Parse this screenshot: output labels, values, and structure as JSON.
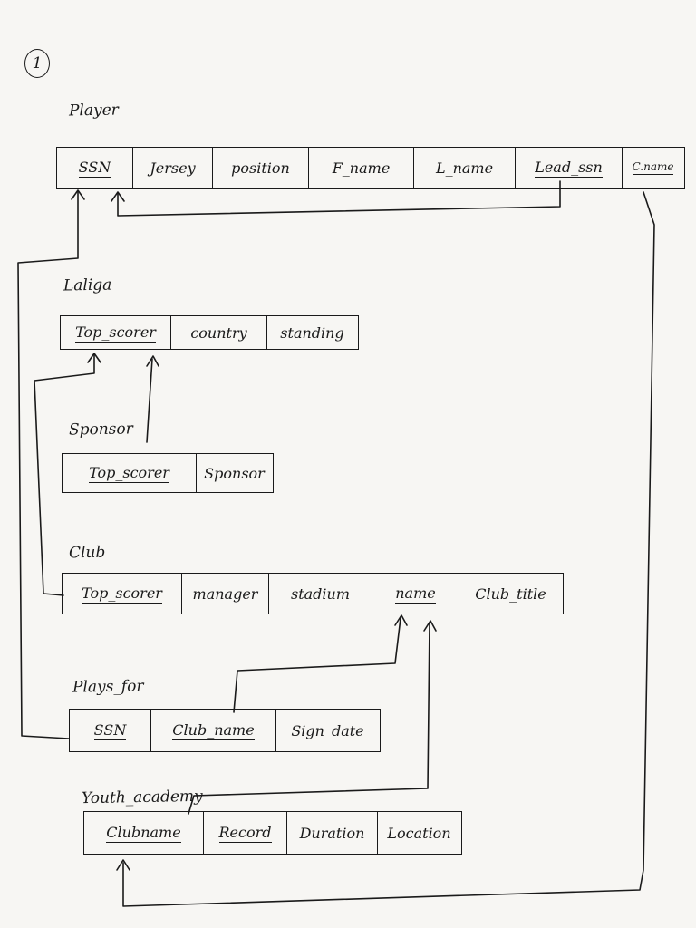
{
  "page_number": "1",
  "relations": {
    "player": {
      "title": "Player",
      "attributes": [
        {
          "label": "SSN",
          "key": true
        },
        {
          "label": "Jersey",
          "key": false
        },
        {
          "label": "position",
          "key": false
        },
        {
          "label": "F_name",
          "key": false
        },
        {
          "label": "L_name",
          "key": false
        },
        {
          "label": "Lead_ssn",
          "key": true
        },
        {
          "label": "C.name",
          "key": true
        }
      ]
    },
    "laliga": {
      "title": "Laliga",
      "attributes": [
        {
          "label": "Top_scorer",
          "key": true
        },
        {
          "label": "country",
          "key": false
        },
        {
          "label": "standing",
          "key": false
        }
      ]
    },
    "sponsor": {
      "title": "Sponsor",
      "attributes": [
        {
          "label": "Top_scorer",
          "key": true
        },
        {
          "label": "Sponsor",
          "key": false
        }
      ]
    },
    "club": {
      "title": "Club",
      "attributes": [
        {
          "label": "Top_scorer",
          "key": true
        },
        {
          "label": "manager",
          "key": false
        },
        {
          "label": "stadium",
          "key": false
        },
        {
          "label": "name",
          "key": true
        },
        {
          "label": "Club_title",
          "key": false
        }
      ]
    },
    "plays_for": {
      "title": "Plays_for",
      "attributes": [
        {
          "label": "SSN",
          "key": true
        },
        {
          "label": "Club_name",
          "key": true
        },
        {
          "label": "Sign_date",
          "key": false
        }
      ]
    },
    "youth_academy": {
      "title": "Youth_academy",
      "attributes": [
        {
          "label": "Clubname",
          "key": true
        },
        {
          "label": "Record",
          "key": true
        },
        {
          "label": "Duration",
          "key": false
        },
        {
          "label": "Location",
          "key": false
        }
      ]
    }
  }
}
